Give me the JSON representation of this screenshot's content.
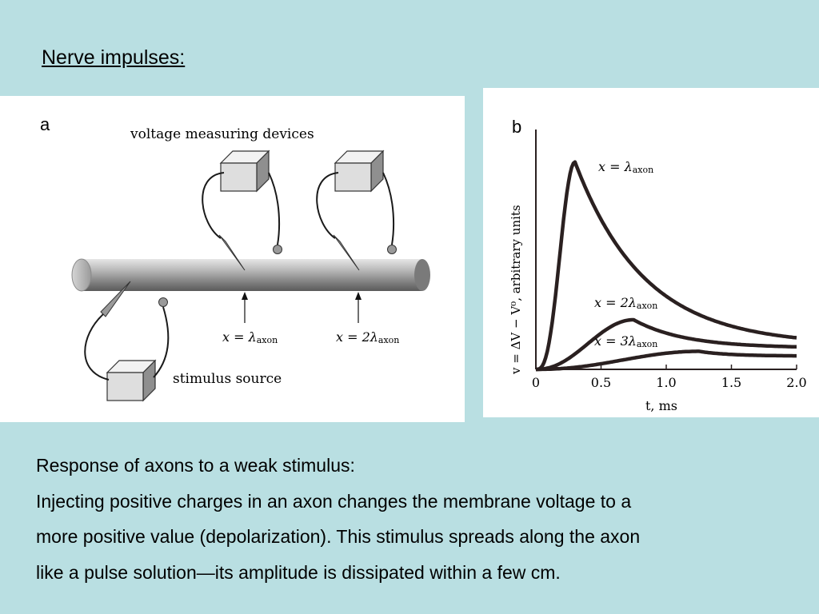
{
  "slide_title": "Nerve impulses:",
  "panel_a": {
    "letter": "a",
    "devices_label": "voltage measuring devices",
    "stimulus_label": "stimulus source",
    "position_1": "x = λ",
    "position_2": "x = 2λ",
    "axon_subscript": "axon"
  },
  "panel_b": {
    "letter": "b",
    "curve_labels": [
      {
        "prefix": "x = λ",
        "sub": "axon"
      },
      {
        "prefix": "x = 2λ",
        "sub": "axon"
      },
      {
        "prefix": "x = 3λ",
        "sub": "axon"
      }
    ]
  },
  "chart_data": {
    "type": "line",
    "xlabel": "t, ms",
    "ylabel": "v = ΔV − V⁰, arbitrary units",
    "xlim": [
      0,
      2.0
    ],
    "x_ticks": [
      "0",
      "0.5",
      "1.0",
      "1.5",
      "2.0"
    ],
    "series": [
      {
        "name": "x = λaxon",
        "peak_t": 0.3,
        "peak_v": 0.92,
        "end_v": 0.14
      },
      {
        "name": "x = 2λaxon",
        "peak_t": 0.75,
        "peak_v": 0.22,
        "end_v": 0.1
      },
      {
        "name": "x = 3λaxon",
        "peak_t": 1.25,
        "peak_v": 0.08,
        "end_v": 0.06
      }
    ]
  },
  "caption": {
    "lines": [
      "Response of axons to a weak stimulus:",
      "Injecting positive charges in an axon changes the membrane voltage to a",
      "more positive value (depolarization).  This stimulus spreads along the axon",
      "like a pulse solution—its amplitude is dissipated within  a few cm."
    ]
  },
  "colors": {
    "background": "#b9dfe2",
    "panel": "#ffffff",
    "curve": "#2a2020"
  }
}
